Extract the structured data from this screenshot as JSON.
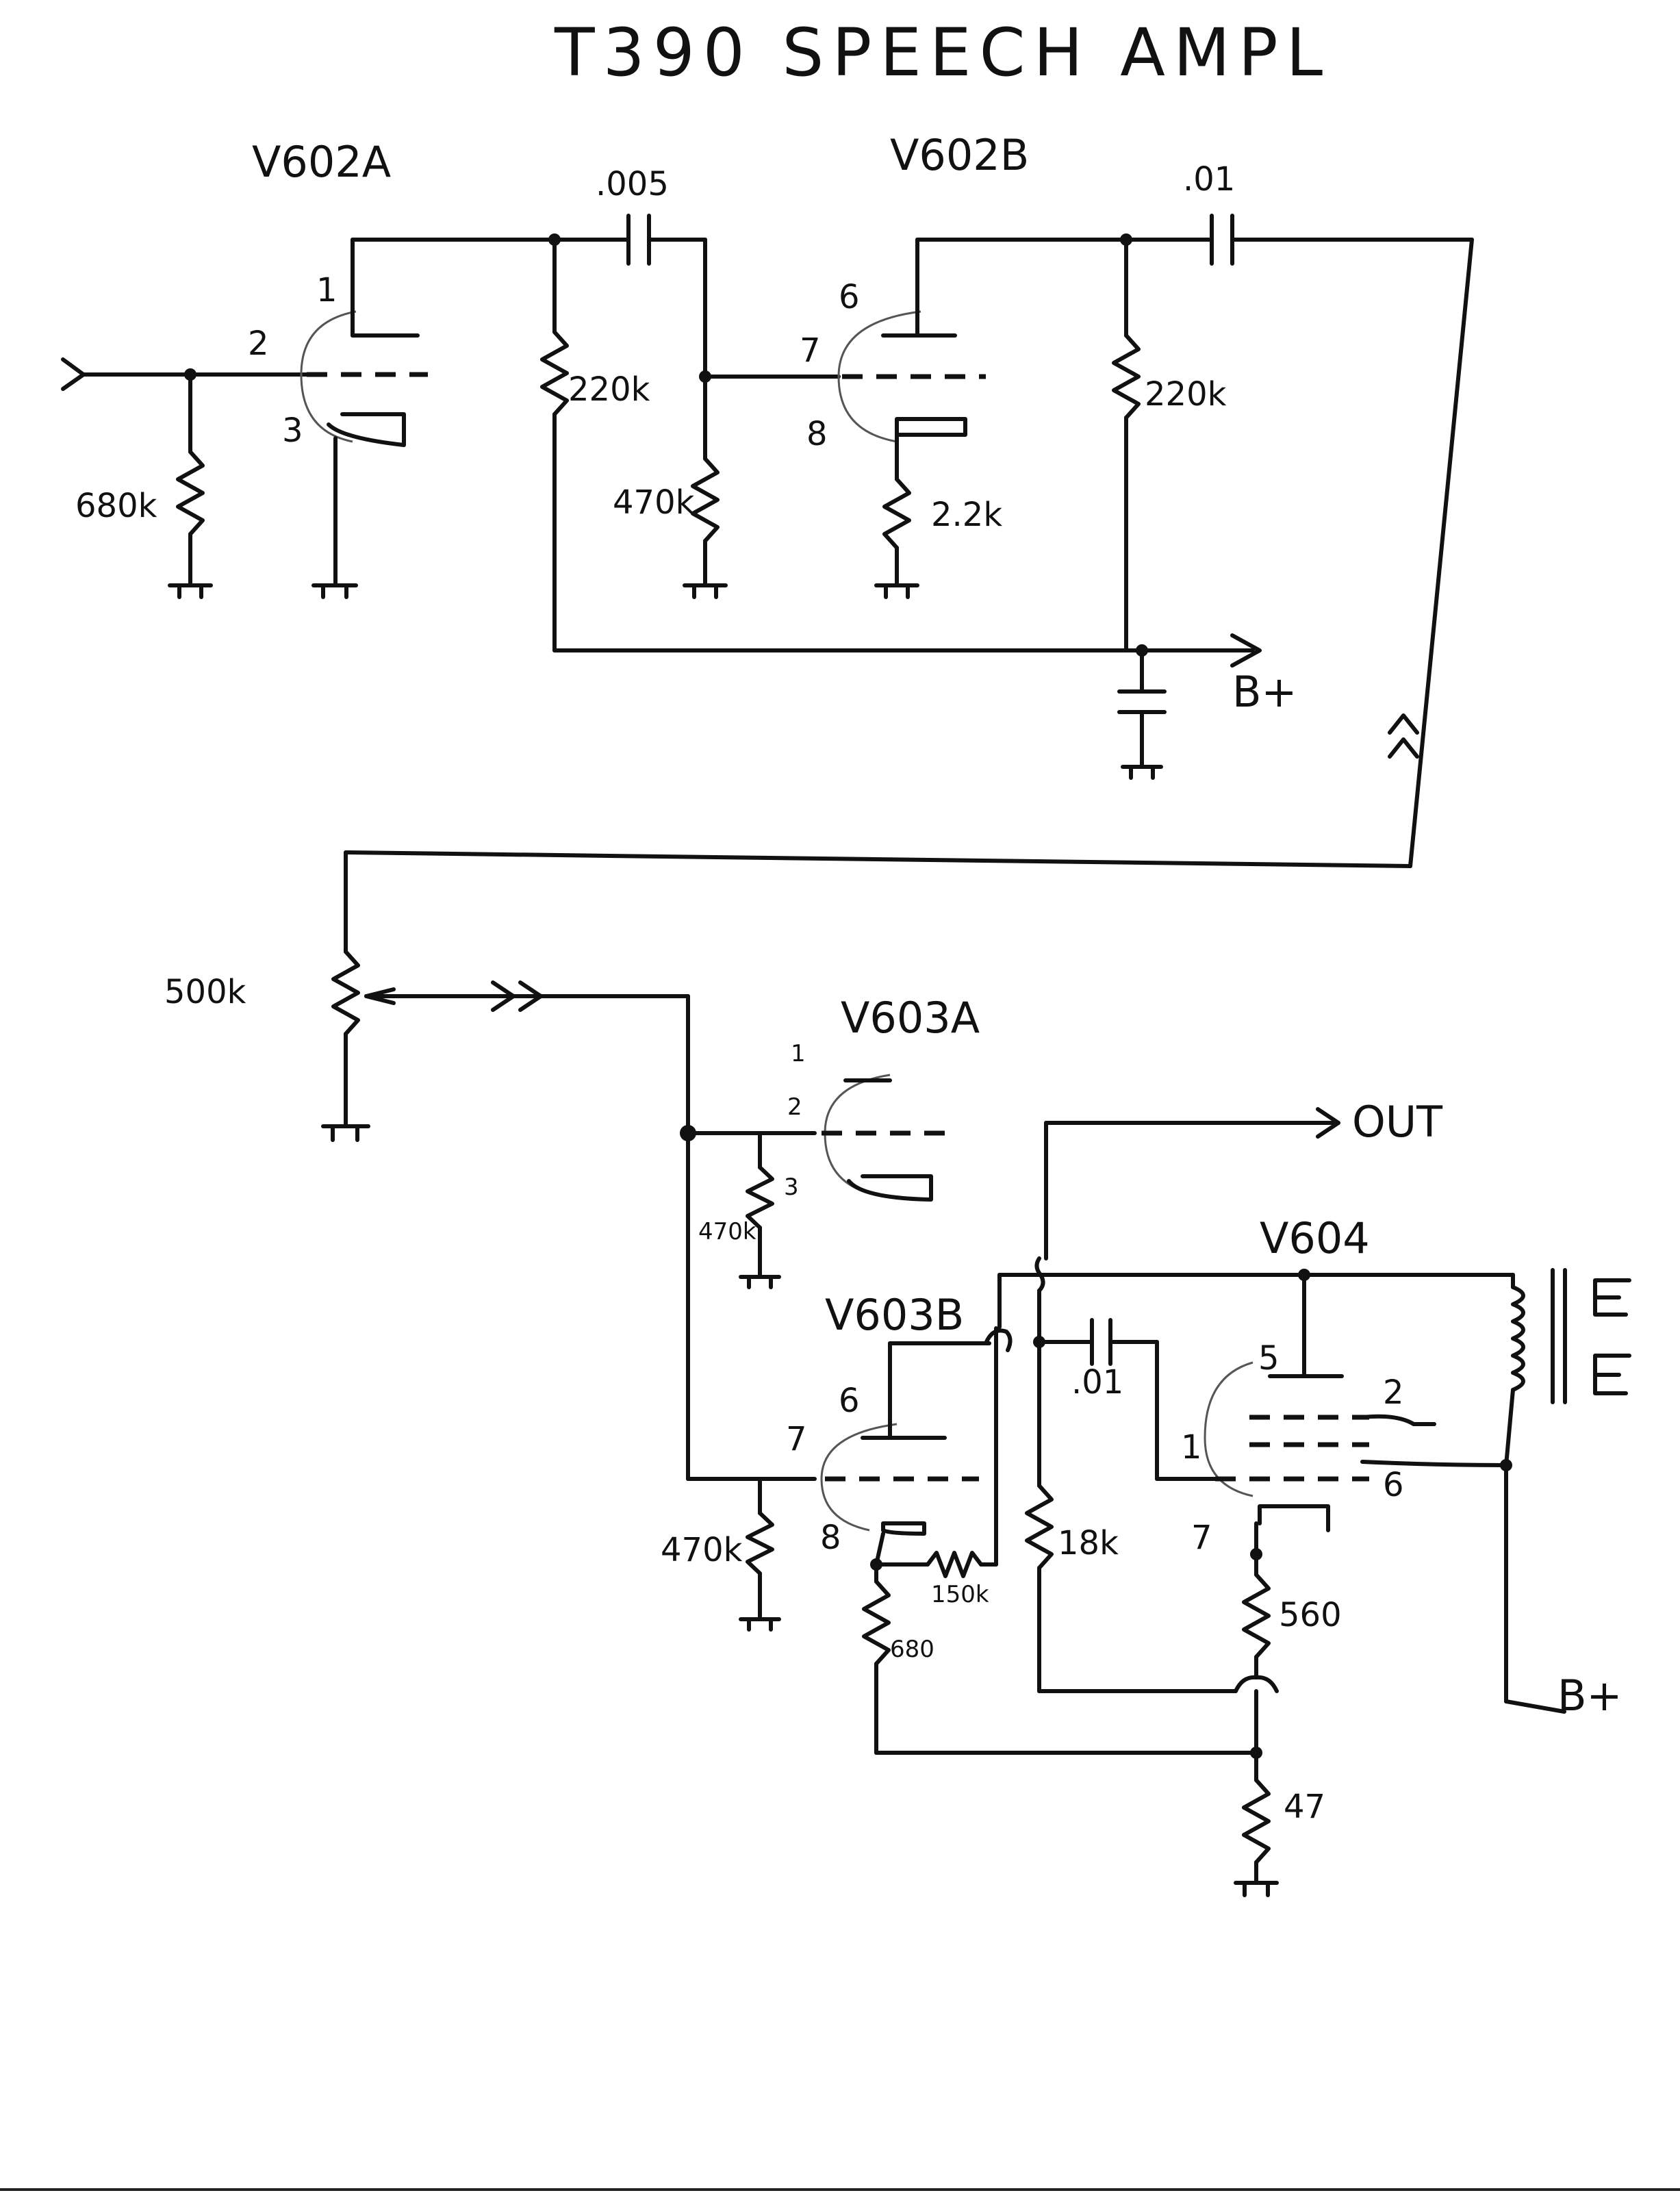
{
  "title": "T390 SPEECH AMPL",
  "tubes": {
    "v602a": "V602A",
    "v602b": "V602B",
    "v603a": "V603A",
    "v603b": "V603B",
    "v604": "V604"
  },
  "pins": {
    "v602a_plate": "1",
    "v602a_grid": "2",
    "v602a_cathode": "3",
    "v602b_plate": "6",
    "v602b_grid": "7",
    "v602b_cathode": "8",
    "v603a_plate": "1",
    "v603a_grid": "2",
    "v603a_cathode": "3",
    "v603b_plate": "6",
    "v603b_grid": "7",
    "v603b_cathode": "8",
    "v604_plate": "5",
    "v604_screen": "2",
    "v604_grid": "1",
    "v604_pin6": "6",
    "v604_cathode": "7"
  },
  "components": {
    "r_input": "680k",
    "c_coupling_1": ".005",
    "r_plate_1": "220k",
    "r_grid_2": "470k",
    "r_cathode_2": "2.2k",
    "c_coupling_2": ".01",
    "r_plate_2": "220k",
    "pot": "500k",
    "r_grid_3a": "470k",
    "r_grid_3b": "470k",
    "r_cathode_3b": "680",
    "r_feedback": "150k",
    "r_plate_3b": "18k",
    "c_coupling_3": ".01",
    "r_cathode_4": "560",
    "r_common": "47"
  },
  "nets": {
    "bplus_top": "B+",
    "bplus_bottom": "B+",
    "out": "OUT"
  }
}
